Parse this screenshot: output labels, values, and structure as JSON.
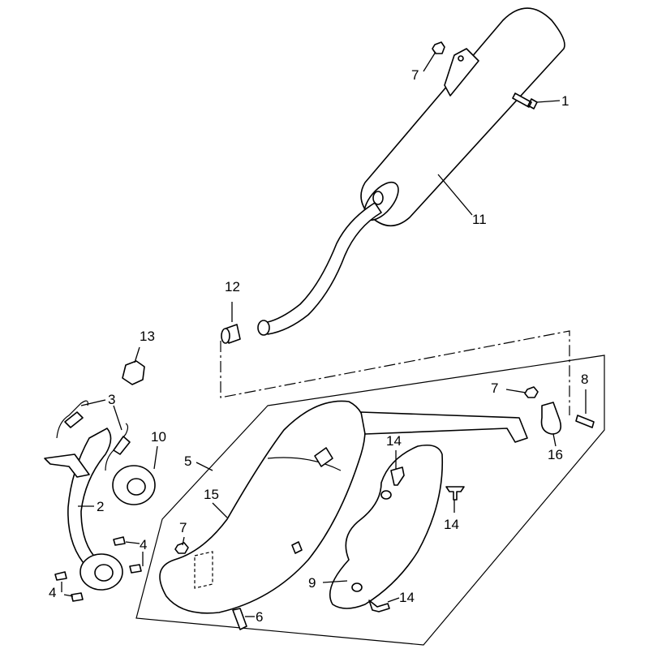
{
  "diagram": {
    "title": "Exhaust system exploded parts diagram",
    "callouts": [
      {
        "id": "c1",
        "text": "1"
      },
      {
        "id": "c7a",
        "text": "7"
      },
      {
        "id": "c11",
        "text": "11"
      },
      {
        "id": "c12",
        "text": "12"
      },
      {
        "id": "c13",
        "text": "13"
      },
      {
        "id": "c3",
        "text": "3"
      },
      {
        "id": "c10",
        "text": "10"
      },
      {
        "id": "c5",
        "text": "5"
      },
      {
        "id": "c2",
        "text": "2"
      },
      {
        "id": "c15",
        "text": "15"
      },
      {
        "id": "c4a",
        "text": "4"
      },
      {
        "id": "c4b",
        "text": "4"
      },
      {
        "id": "c7b",
        "text": "7"
      },
      {
        "id": "c6",
        "text": "6"
      },
      {
        "id": "c9",
        "text": "9"
      },
      {
        "id": "c14a",
        "text": "14"
      },
      {
        "id": "c14b",
        "text": "14"
      },
      {
        "id": "c14c",
        "text": "14"
      },
      {
        "id": "c7c",
        "text": "7"
      },
      {
        "id": "c8",
        "text": "8"
      },
      {
        "id": "c16",
        "text": "16"
      }
    ]
  }
}
